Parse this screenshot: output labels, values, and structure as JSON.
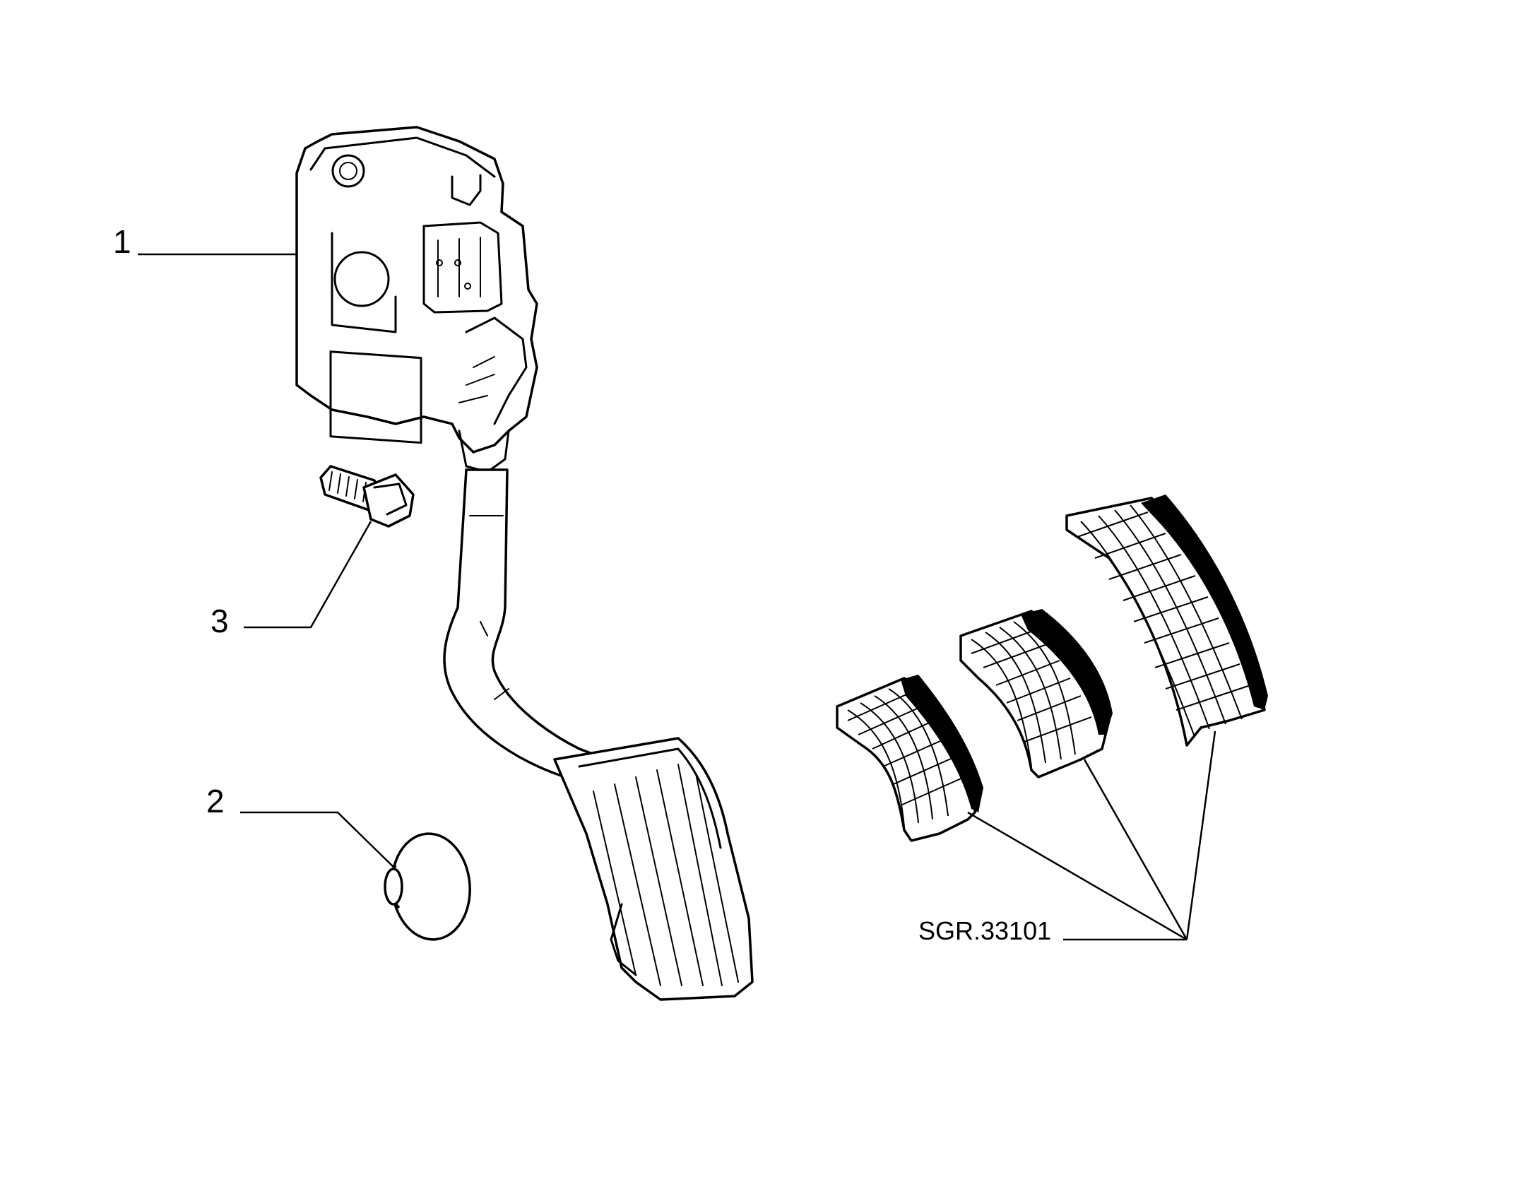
{
  "callouts": {
    "c1": "1",
    "c2": "2",
    "c3": "3"
  },
  "reference": "SGR.33101",
  "parts": {
    "pedal_assembly_icon": "accelerator-pedal-with-sensor",
    "bolt_icon": "flange-bolt",
    "cap_icon": "rubber-stop-cap",
    "pad_icons": [
      "pedal-pad-small",
      "pedal-pad-medium",
      "pedal-pad-large"
    ]
  },
  "colors": {
    "line": "#000000",
    "background": "#ffffff"
  }
}
